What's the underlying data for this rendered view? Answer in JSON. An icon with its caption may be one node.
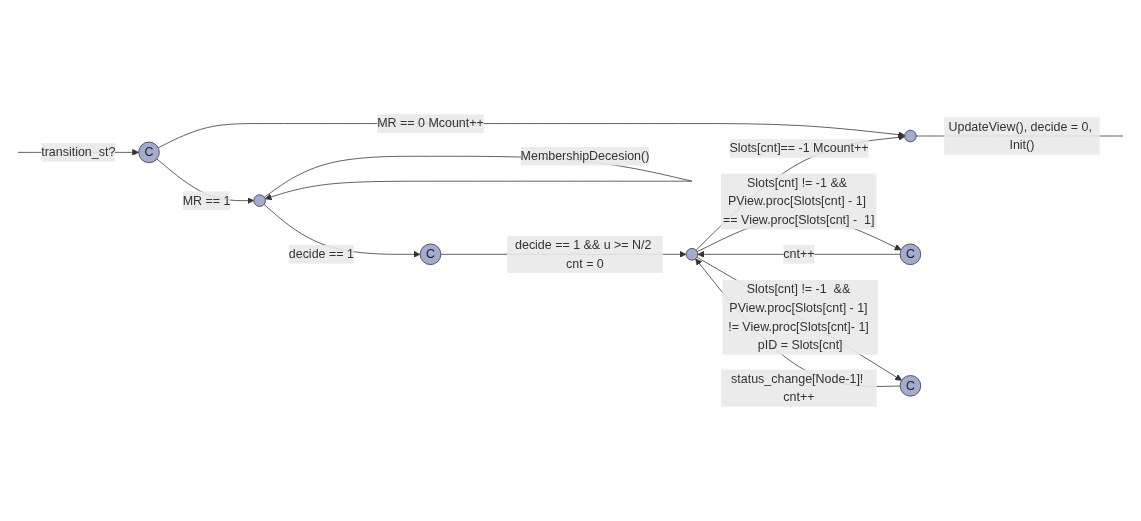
{
  "diagram": {
    "nodes": [
      {
        "text": [
          "C"
        ]
      },
      {
        "text": [],
        "shape": "circle"
      },
      {
        "text": [],
        "shape": "circle"
      },
      {
        "text": [
          "C"
        ]
      },
      {
        "text": [],
        "shape": "circle"
      },
      {
        "text": [
          "C"
        ]
      },
      {
        "text": [
          "C"
        ]
      }
    ],
    "edges": [
      {
        "from": null,
        "to": 0,
        "arrow": "to",
        "label": "transition_st?"
      },
      {
        "from": 1,
        "to": null,
        "arrow": "none",
        "label": "UpdateView(), decide = 0, Init()"
      },
      {
        "from": 0,
        "to": 1,
        "arrow": "to",
        "label": "MR == 0 Mcount++"
      },
      {
        "from": 0,
        "to": 2,
        "arrow": "to",
        "label": "MR == 1"
      },
      {
        "from": 2,
        "to": 3,
        "arrow": "to",
        "label": "decide == 1"
      },
      {
        "from": 2,
        "to": 2,
        "arrow": "to",
        "label": "MembershipDecesion()"
      },
      {
        "from": 3,
        "to": 4,
        "arrow": "to",
        "label": "decide == 1 && u >= N/2 cnt = 0"
      },
      {
        "from": 4,
        "to": 1,
        "arrow": "to",
        "label": "Slots[cnt]== -1 Mcount++"
      },
      {
        "from": 4,
        "to": 5,
        "arrow": "to",
        "label": "Slots[cnt] != -1 && PView.proc[Slots[cnt] - 1] == View.proc[Slots[cnt] -  1]"
      },
      {
        "from": 5,
        "to": 4,
        "arrow": "to",
        "label": "cnt++"
      },
      {
        "from": 4,
        "to": 6,
        "arrow": "to",
        "label": "Slots[cnt] != -1  && PView.proc[Slots[cnt] - 1] != View.proc[Slots[cnt]- 1] pID = Slots[cnt]"
      },
      {
        "from": 6,
        "to": 4,
        "arrow": "to",
        "label": "status_change[Node-1]! cnt++"
      }
    ]
  }
}
